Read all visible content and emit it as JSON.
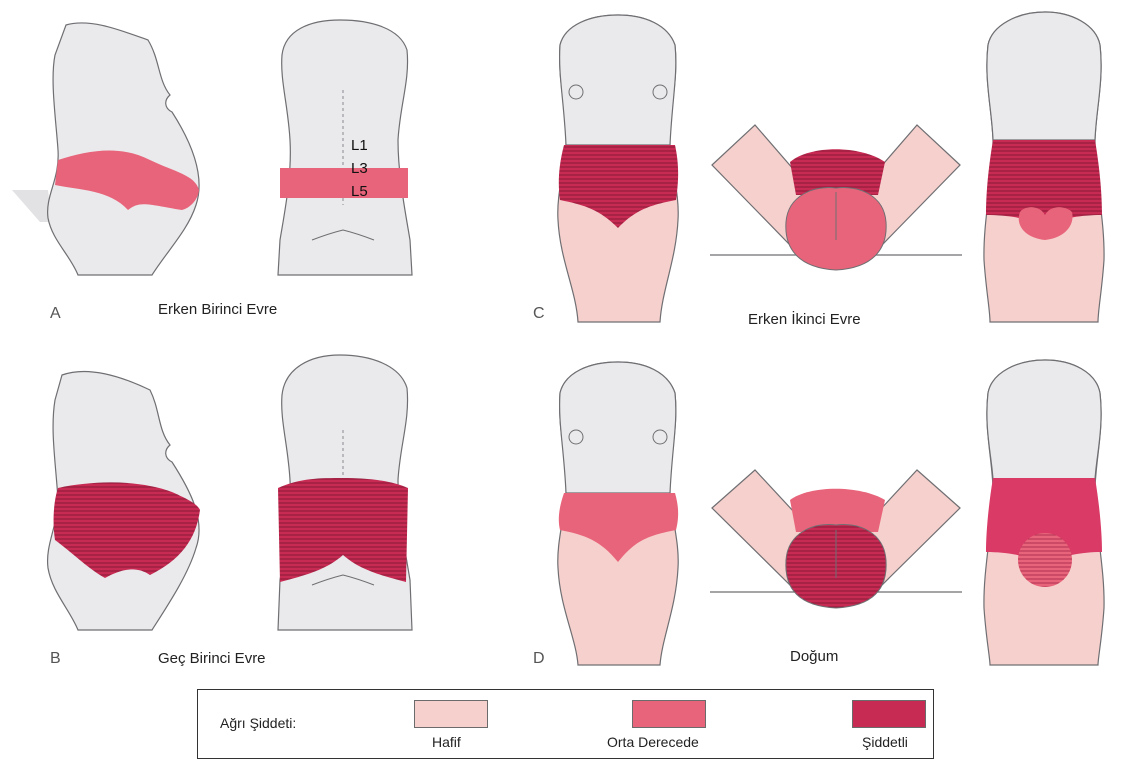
{
  "panels": [
    {
      "letter": "A",
      "title": "Erken Birinci Evre"
    },
    {
      "letter": "B",
      "title": "Geç Birinci Evre"
    },
    {
      "letter": "C",
      "title": "Erken İkinci Evre"
    },
    {
      "letter": "D",
      "title": "Doğum"
    }
  ],
  "vertebrae": [
    "L1",
    "L3",
    "L5"
  ],
  "legend": {
    "title": "Ağrı Şiddeti:",
    "items": [
      {
        "label": "Hafif",
        "color": "#f6d0cc"
      },
      {
        "label": "Orta Derecede",
        "color": "#e8647a"
      },
      {
        "label": "Şiddetli",
        "color": "#c72a52"
      }
    ]
  },
  "colors": {
    "skin": "#eaeaec",
    "outline": "#6f6f73",
    "mild": "#f6d0cc",
    "moderate": "#e8647a",
    "severe": "#c72a52",
    "hatch": "#8a1a3a"
  }
}
